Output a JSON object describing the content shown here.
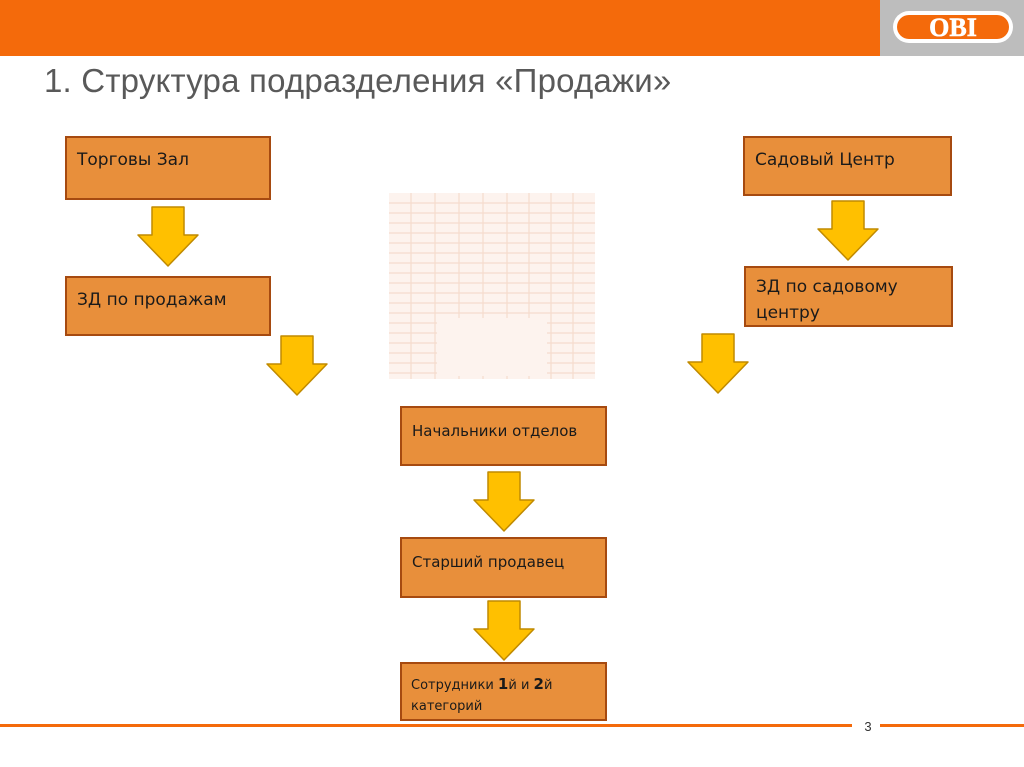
{
  "header": {
    "logo_text": "OBI",
    "title": "1. Структура подразделения «Продажи»"
  },
  "diagram": {
    "nodes": {
      "sales_floor": "Торговы Зал",
      "garden_center": "Садовый Центр",
      "deputy_sales": "ЗД по продажам",
      "deputy_garden_line1": "ЗД по садовому",
      "deputy_garden_line2": "центру",
      "dept_heads": "Начальники отделов",
      "senior_seller": "Старший продавец",
      "staff_part1": "Сотрудники ",
      "staff_num1": "1",
      "staff_part2": "й и ",
      "staff_num2": "2",
      "staff_part3": "й",
      "staff_line2": "категорий"
    }
  },
  "footer": {
    "page_number": "3"
  },
  "colors": {
    "brand_orange": "#f46a0b",
    "box_fill": "#e88f3b",
    "box_border": "#a64a10",
    "arrow_fill": "#ffc000",
    "arrow_stroke": "#c08a00",
    "logo_panel": "#bdbdbd"
  }
}
